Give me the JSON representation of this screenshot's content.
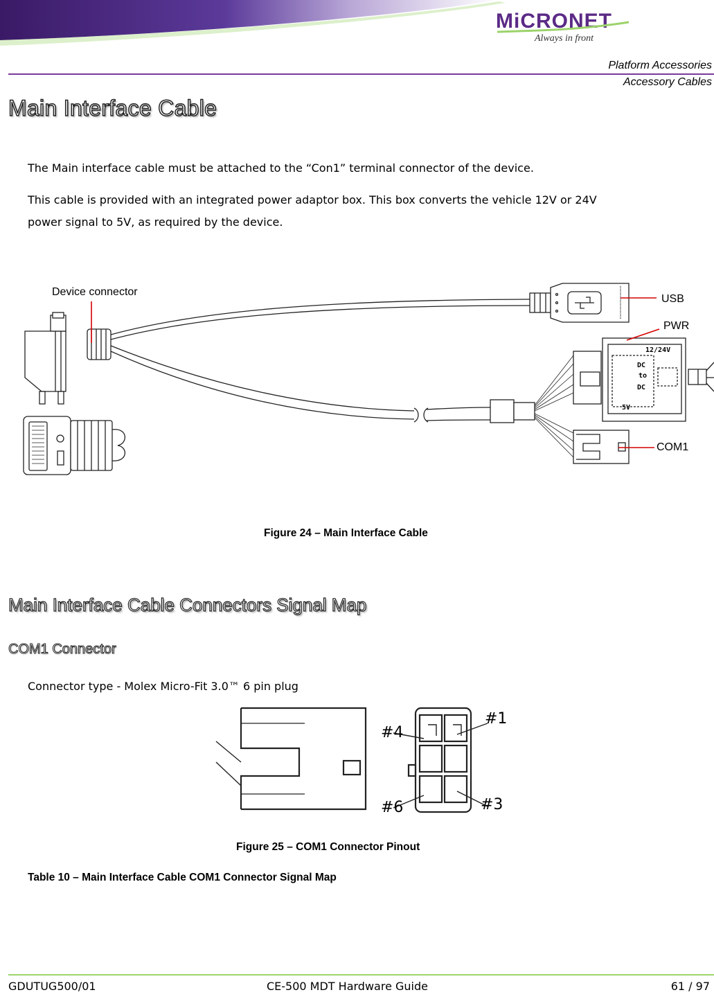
{
  "header": {
    "logo_name": "MiCRONET",
    "logo_tagline": "Always in front",
    "section": "Platform Accessories",
    "subsection": "Accessory Cables"
  },
  "title": "Main Interface Cable",
  "intro": {
    "para1": "The Main interface cable must be attached to the “Con1” terminal connector of the device.",
    "para2_line1": "This cable is provided with an integrated power adaptor box. This box converts the vehicle 12V or 24V",
    "para2_line2": "power signal to 5V, as required by the device."
  },
  "figure24": {
    "labels": {
      "device_connector": "Device connector",
      "usb": "USB",
      "pwr": "PWR",
      "com1": "COM1",
      "box_top": "12/24V",
      "box_dc1": "DC",
      "box_to": "to",
      "box_dc2": "DC",
      "box_bottom": "5V"
    },
    "caption": "Figure 24 – Main Interface Cable"
  },
  "section2": {
    "title": "Main Interface Cable Connectors Signal Map",
    "subtitle": "COM1 Connector",
    "connector_type": "Connector type - Molex Micro-Fit 3.0™ 6 pin plug"
  },
  "figure25": {
    "pin_labels": {
      "p4": "#4",
      "p1": "#1",
      "p6": "#6",
      "p3": "#3"
    },
    "caption": "Figure 25 – COM1 Connector Pinout"
  },
  "table10": {
    "caption": "Table 10 – Main Interface Cable COM1 Connector Signal Map"
  },
  "footer": {
    "doc_id": "GDUTUG500/01",
    "doc_title": "CE-500 MDT Hardware Guide",
    "page": "61 / 97"
  },
  "colors": {
    "brand_purple": "#5b2a86",
    "brand_green": "#9bd36a",
    "label_red": "#d40000"
  }
}
